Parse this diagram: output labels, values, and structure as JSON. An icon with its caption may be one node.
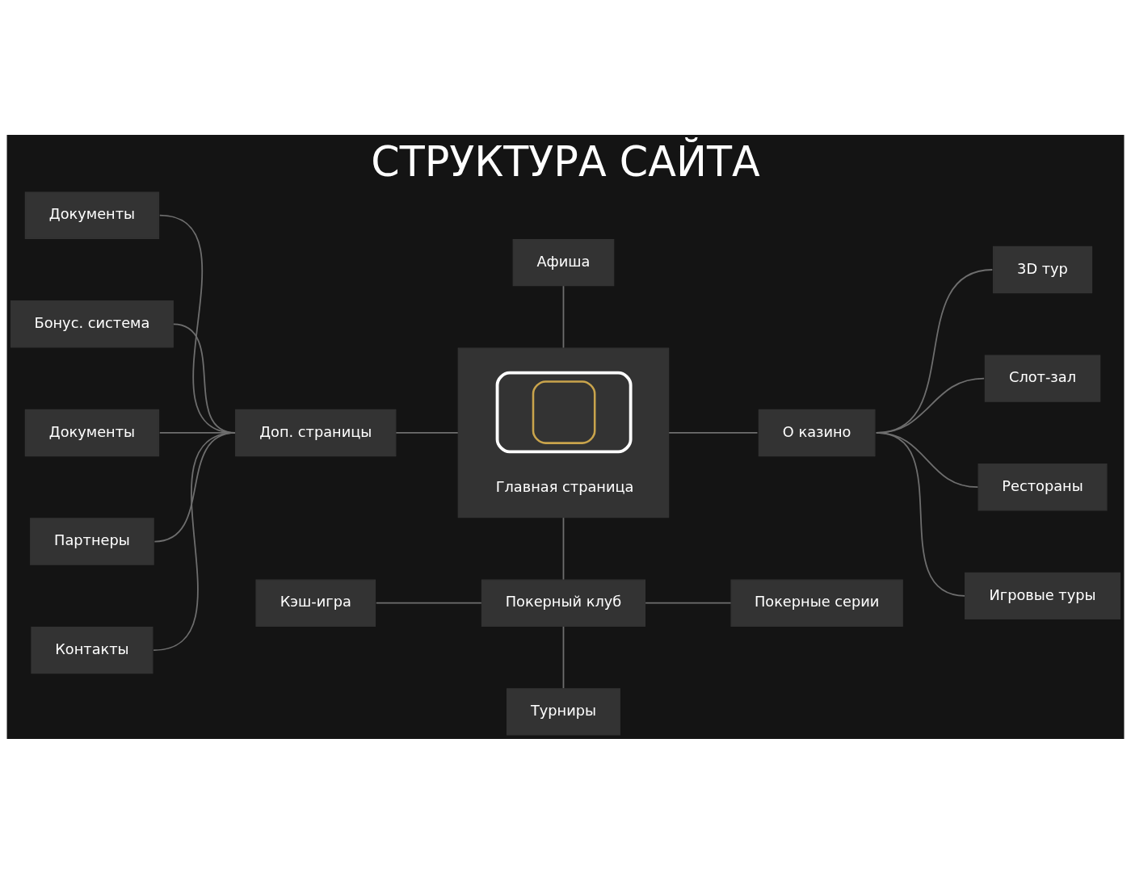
{
  "diagram": {
    "title": "СТРУКТУРА САЙТА",
    "nodes": [
      {
        "text": [
          "Главная страница"
        ]
      },
      {
        "text": [
          "Афиша"
        ]
      },
      {
        "text": [
          "Доп. страницы"
        ]
      },
      {
        "text": [
          "Документы"
        ]
      },
      {
        "text": [
          "Бонус. система"
        ]
      },
      {
        "text": [
          "Документы"
        ]
      },
      {
        "text": [
          "Партнеры"
        ]
      },
      {
        "text": [
          "Контакты"
        ]
      },
      {
        "text": [
          "О казино"
        ]
      },
      {
        "text": [
          "3D тур"
        ]
      },
      {
        "text": [
          "Слот-зал"
        ]
      },
      {
        "text": [
          "Рестораны"
        ]
      },
      {
        "text": [
          "Игровые туры"
        ]
      },
      {
        "text": [
          "Покерный клуб"
        ]
      },
      {
        "text": [
          "Кэш-игра"
        ]
      },
      {
        "text": [
          "Турниры"
        ]
      },
      {
        "text": [
          "Покерные серии"
        ]
      }
    ],
    "edges": [
      {
        "from": 1,
        "to": 0,
        "arrow": "none"
      },
      {
        "from": 2,
        "to": 0,
        "arrow": "none"
      },
      {
        "from": 0,
        "to": 8,
        "arrow": "none"
      },
      {
        "from": 0,
        "to": 13,
        "arrow": "none"
      },
      {
        "from": 3,
        "to": 2,
        "arrow": "none"
      },
      {
        "from": 4,
        "to": 2,
        "arrow": "none"
      },
      {
        "from": 5,
        "to": 2,
        "arrow": "none"
      },
      {
        "from": 6,
        "to": 2,
        "arrow": "none"
      },
      {
        "from": 7,
        "to": 2,
        "arrow": "none"
      },
      {
        "from": 8,
        "to": 9,
        "arrow": "none"
      },
      {
        "from": 8,
        "to": 10,
        "arrow": "none"
      },
      {
        "from": 8,
        "to": 11,
        "arrow": "none"
      },
      {
        "from": 8,
        "to": 12,
        "arrow": "none"
      },
      {
        "from": 14,
        "to": 13,
        "arrow": "none"
      },
      {
        "from": 13,
        "to": 15,
        "arrow": "none"
      },
      {
        "from": 13,
        "to": 16,
        "arrow": "none"
      }
    ]
  }
}
